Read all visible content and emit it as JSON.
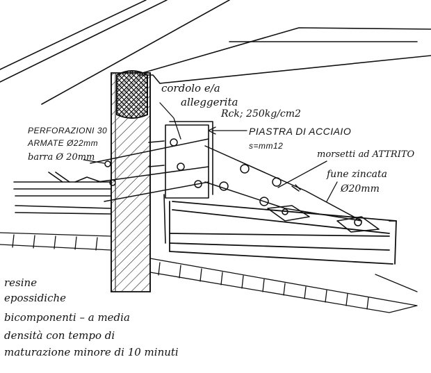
{
  "annotations": {
    "cordolo_line1": "cordolo e/a",
    "cordolo_line2": "alleggerita",
    "rck": "Rck; 250kg/cm2",
    "perforazioni_line1": "PERFORAZIONI 30",
    "perforazioni_line2": "ARMATE Ø22mm",
    "perforazioni_line3": "barra Ø 20mm",
    "piastra_line1": "PIASTRA DI ACCIAIO",
    "piastra_line2": "s=mm12",
    "morsetti": "morsetti ad ATTRITO",
    "fune_line1": "fune zincata",
    "fune_line2": "Ø20mm",
    "resine_line1": "resine",
    "resine_line2": "epossidiche",
    "resine_line3": "bicomponenti – a media",
    "resine_line4": "densità con tempo di",
    "resine_line5": "maturazione minore di 10 minuti"
  }
}
